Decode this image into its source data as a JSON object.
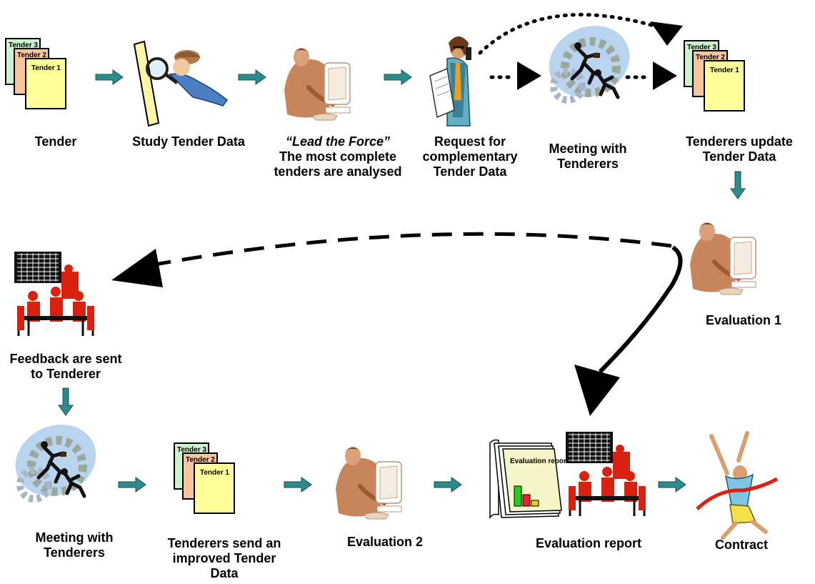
{
  "tender_doc_labels": [
    "Tender 3",
    "Tender 2",
    "Tender 1"
  ],
  "report_doc_title": "Evaluation report",
  "colors": {
    "arrow_teal": "#2a8c8c",
    "doc_green": "#ccf2cc",
    "doc_orange": "#f7c49c",
    "doc_yellow": "#ffff99",
    "person_skin": "#c8845a",
    "meeting_red": "#d8210f",
    "gear_blue": "#b8d4ee"
  },
  "labels": {
    "tender": "Tender",
    "study": "Study Tender Data",
    "lead_quote": "“Lead the Force”",
    "lead_l2": "The most complete",
    "lead_l3": "tenders are analysed",
    "request_l1": "Request for",
    "request_l2": "complementary",
    "request_l3": "Tender Data",
    "meeting1_l1": "Meeting with",
    "meeting1_l2": "Tenderers",
    "update_l1": "Tenderers update",
    "update_l2": "Tender Data",
    "eval1": "Evaluation 1",
    "feedback_l1": "Feedback are sent",
    "feedback_l2": "to Tenderer",
    "meeting2_l1": "Meeting with",
    "meeting2_l2": "Tenderers",
    "send_l1": "Tenderers send an",
    "send_l2": "improved Tender",
    "send_l3": "Data",
    "eval2": "Evaluation 2",
    "report": "Evaluation report",
    "contract": "Contract"
  }
}
